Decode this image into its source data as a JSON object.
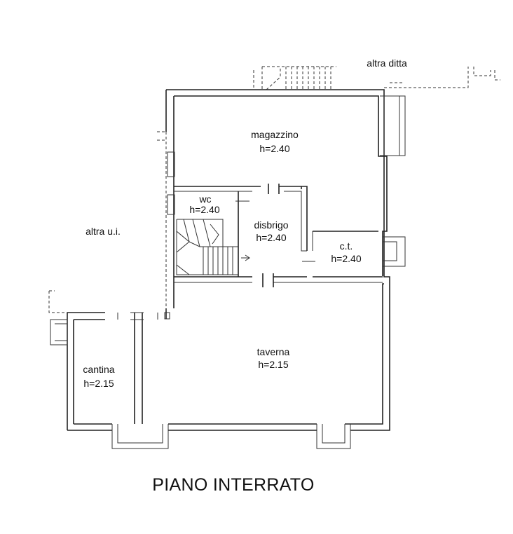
{
  "plan": {
    "title": "PIANO INTERRATO",
    "neighbors": {
      "top": "altra ditta",
      "left": "altra u.i."
    },
    "rooms": [
      {
        "name": "magazzino",
        "height": "h=2.40"
      },
      {
        "name": "wc",
        "height": "h=2.40"
      },
      {
        "name": "disbrigo",
        "height": "h=2.40"
      },
      {
        "name": "c.t.",
        "height": "h=2.40"
      },
      {
        "name": "taverna",
        "height": "h=2.15"
      },
      {
        "name": "cantina",
        "height": "h=2.15"
      }
    ]
  }
}
